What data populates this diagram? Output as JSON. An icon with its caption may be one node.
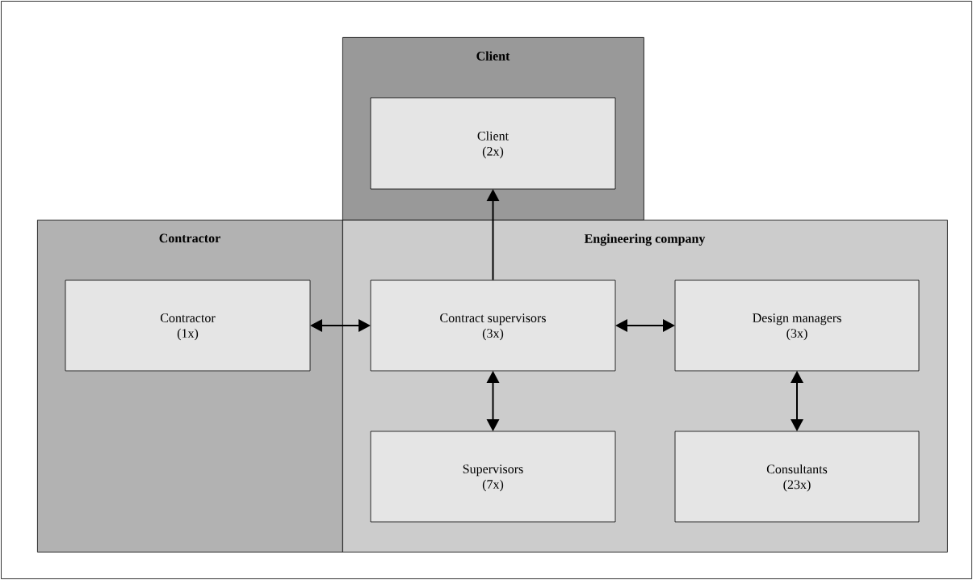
{
  "diagram": {
    "nodes": [
      {
        "text": [
          "Client"
        ]
      },
      {
        "text": [
          "Client",
          "(2x)"
        ],
        "in": 0
      },
      {
        "text": [
          "Contractor"
        ]
      },
      {
        "text": [
          "Engineering company"
        ]
      },
      {
        "text": [
          "Contractor",
          "(1x)"
        ],
        "in": 2
      },
      {
        "text": [
          "Contract supervisors",
          "(3x)"
        ],
        "in": 3
      },
      {
        "text": [
          "Design managers",
          "(3x)"
        ],
        "in": 3
      },
      {
        "text": [
          "Supervisors",
          "(7x)"
        ],
        "in": 3
      },
      {
        "text": [
          "Consultants",
          "(23x)"
        ],
        "in": 3
      }
    ],
    "edges": [
      {
        "from": 5,
        "to": 1,
        "arrow": "to"
      },
      {
        "from": 4,
        "to": 5,
        "arrow": "both"
      },
      {
        "from": 5,
        "to": 6,
        "arrow": "both"
      },
      {
        "from": 5,
        "to": 7,
        "arrow": "both"
      },
      {
        "from": 6,
        "to": 8,
        "arrow": "both"
      }
    ]
  }
}
